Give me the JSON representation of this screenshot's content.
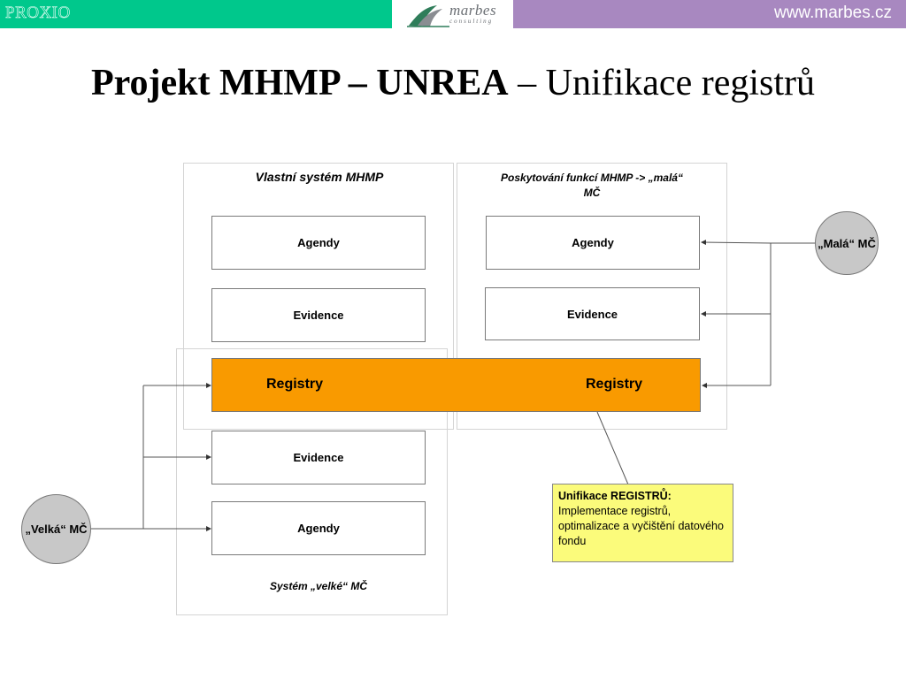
{
  "header": {
    "left_text": "PROXIO",
    "logo_text": "marbes",
    "logo_sub": "consulting",
    "site": "www.marbes.cz"
  },
  "title": {
    "bold": "Projekt MHMP – UNREA",
    "normal": " – Unifikace registrů"
  },
  "left_panel": {
    "top_label": "Vlastní systém MHMP",
    "agendy_top": "Agendy",
    "evidence_top": "Evidence",
    "registry": "Registry",
    "evidence_bottom": "Evidence",
    "agendy_bottom": "Agendy",
    "bottom_label": "Systém „velké“ MČ"
  },
  "right_panel": {
    "top_label": "Poskytování funkcí MHMP -> „malá“ MČ",
    "agendy": "Agendy",
    "evidence": "Evidence",
    "registry": "Registry"
  },
  "nodes": {
    "mala": "„Malá“ MČ",
    "velka": "„Velká“ MČ"
  },
  "note": {
    "title": "Unifikace REGISTRŮ:",
    "text": "Implementace registrů, optimalizace a vyčištění datového fondu"
  },
  "colors": {
    "band_left": "#00c88c",
    "band_right": "#a888c0",
    "registry": "#f99a00",
    "note": "#fbfb7b",
    "node": "#c8c8c8"
  }
}
